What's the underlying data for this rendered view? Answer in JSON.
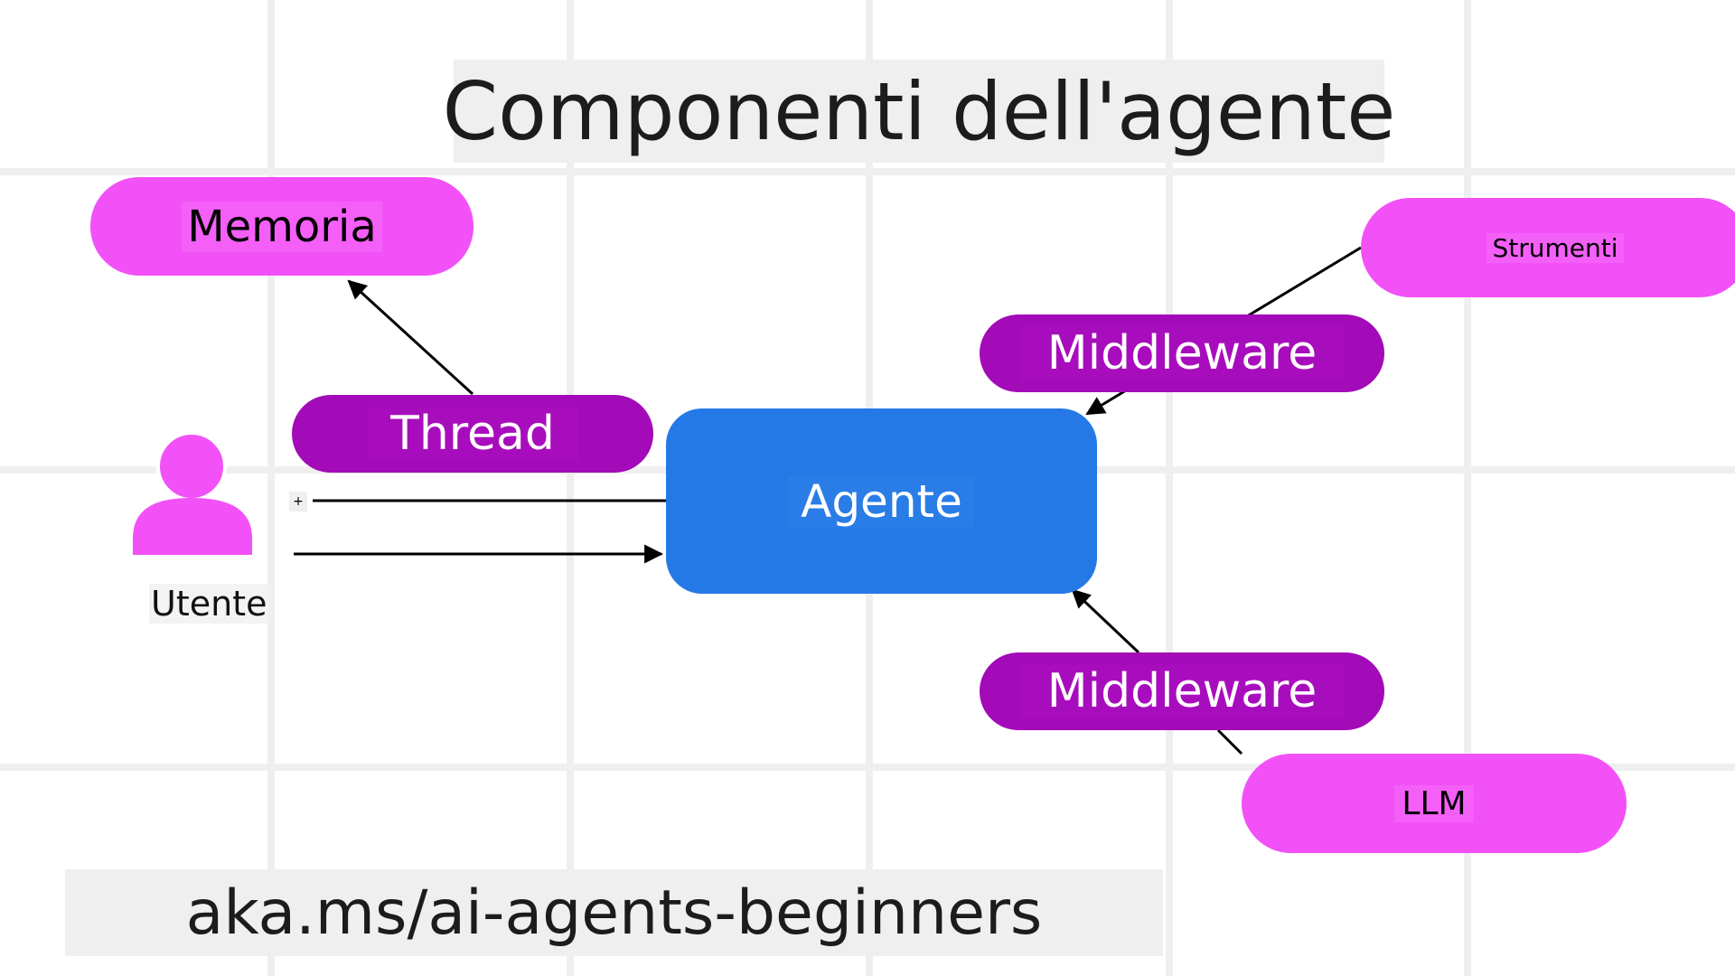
{
  "title": "Componenti dell'agente",
  "nodes": {
    "memory": "Memoria",
    "thread": "Thread",
    "user": "Utente",
    "agent": "Agente",
    "tools": "Strumenti",
    "middleware_top": "Middleware",
    "middleware_bottom": "Middleware",
    "llm": "LLM"
  },
  "plus_marker": "+",
  "footer_url": "aka.ms/ai-agents-beginners",
  "colors": {
    "light_pill": "#f251f7",
    "dark_pill": "#a30ab8",
    "agent": "#2479e6",
    "grid": "#efefef"
  },
  "icons": {
    "user": "user-icon"
  }
}
